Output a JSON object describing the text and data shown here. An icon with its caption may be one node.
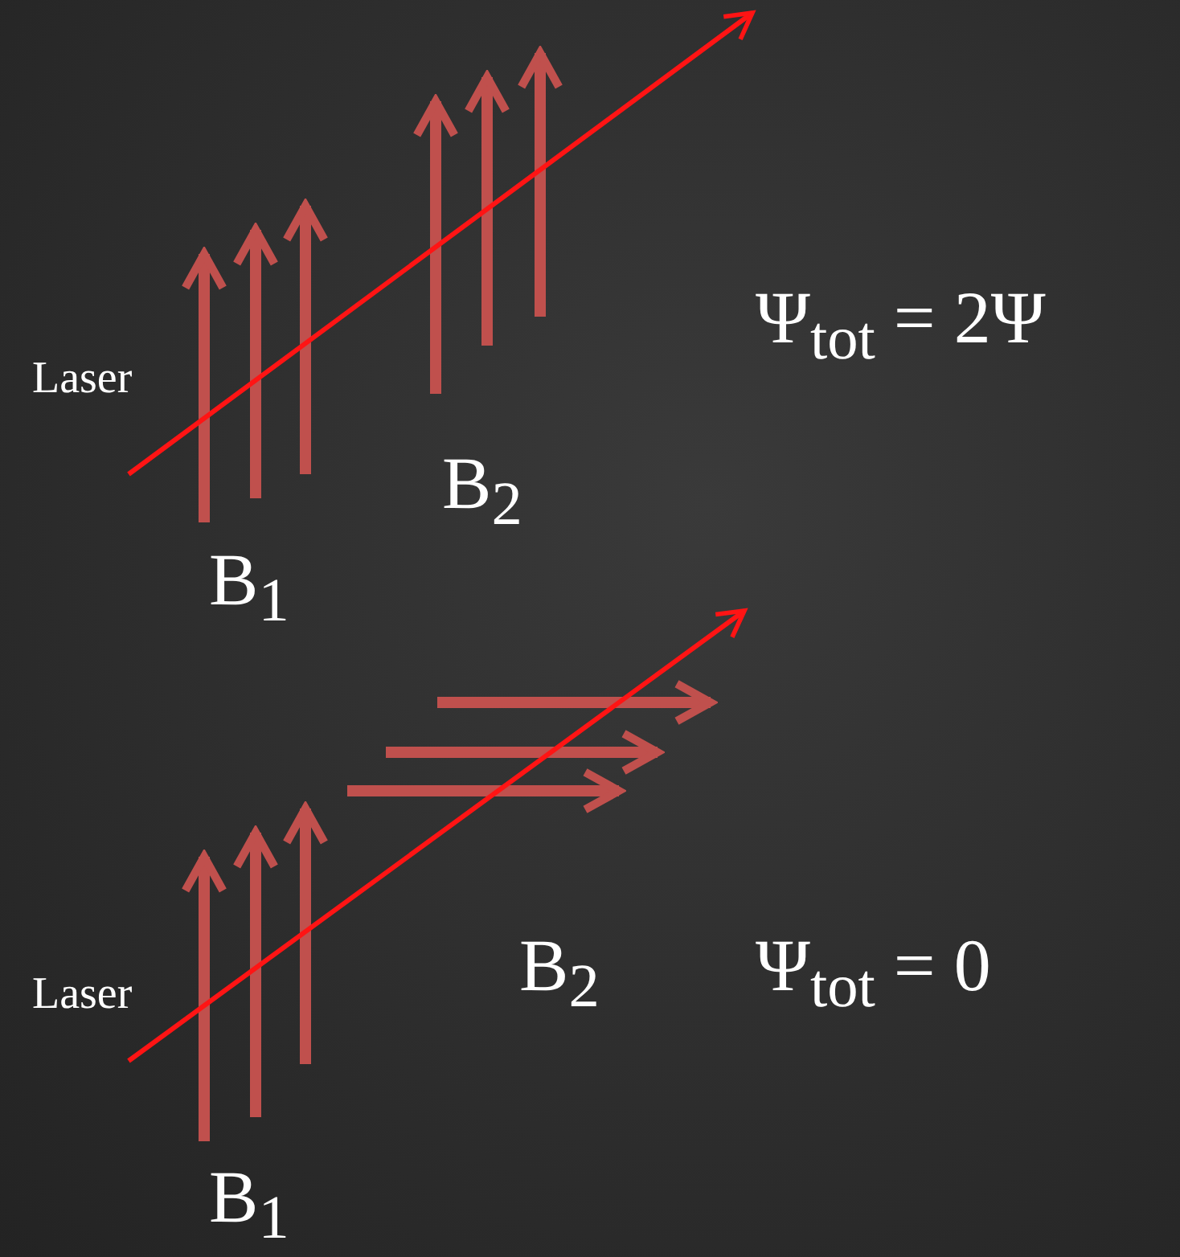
{
  "diagram": {
    "labels": [
      "Ψ$_{tot}$ = 2Ψ",
      "Laser",
      "B$_{2}$",
      "B$_{1}$",
      "B$_{2}$",
      "Ψ$_{tot}$ = 0",
      "Laser",
      "B$_{1}$"
    ]
  }
}
